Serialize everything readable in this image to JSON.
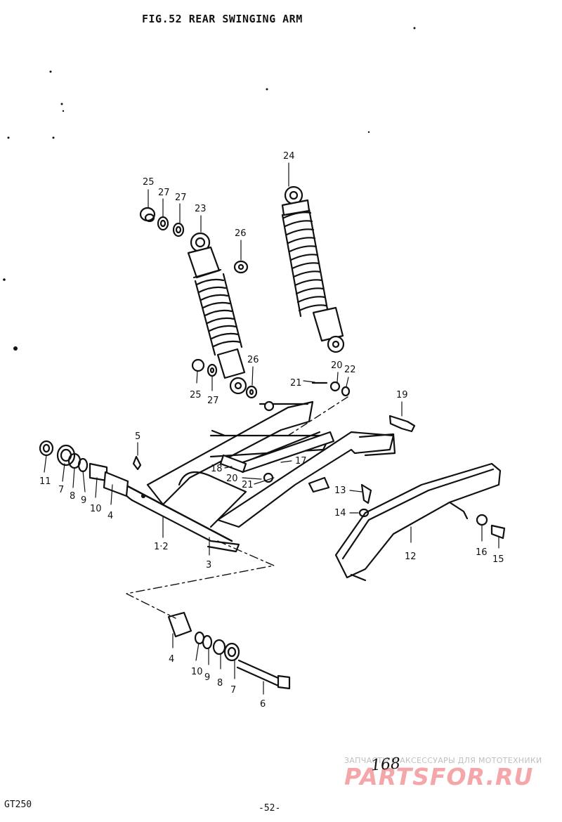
{
  "figure": {
    "title": "FIG.52  REAR SWINGING ARM"
  },
  "footer": {
    "model": "GT250",
    "page": "-52-",
    "handwritten_number": "168"
  },
  "watermark": {
    "tagline": "ЗАПЧАСТИ И АКСЕССУАРЫ ДЛЯ МОТОТЕХНИКИ",
    "logo_text": "PARTSFOR.RU"
  },
  "part_labels": [
    "25",
    "27",
    "27",
    "23",
    "26",
    "24",
    "25",
    "27",
    "26",
    "21",
    "20",
    "22",
    "19",
    "5",
    "11",
    "7",
    "8",
    "9",
    "10",
    "4",
    "18",
    "17",
    "20",
    "21",
    "13",
    "14",
    "12",
    "16",
    "15",
    "1·2",
    "3",
    "4",
    "10",
    "9",
    "8",
    "7",
    "6"
  ],
  "colors": {
    "ink": "#111111",
    "watermark_logo": "#f4a6a9",
    "watermark_text": "#bfbfbf"
  }
}
